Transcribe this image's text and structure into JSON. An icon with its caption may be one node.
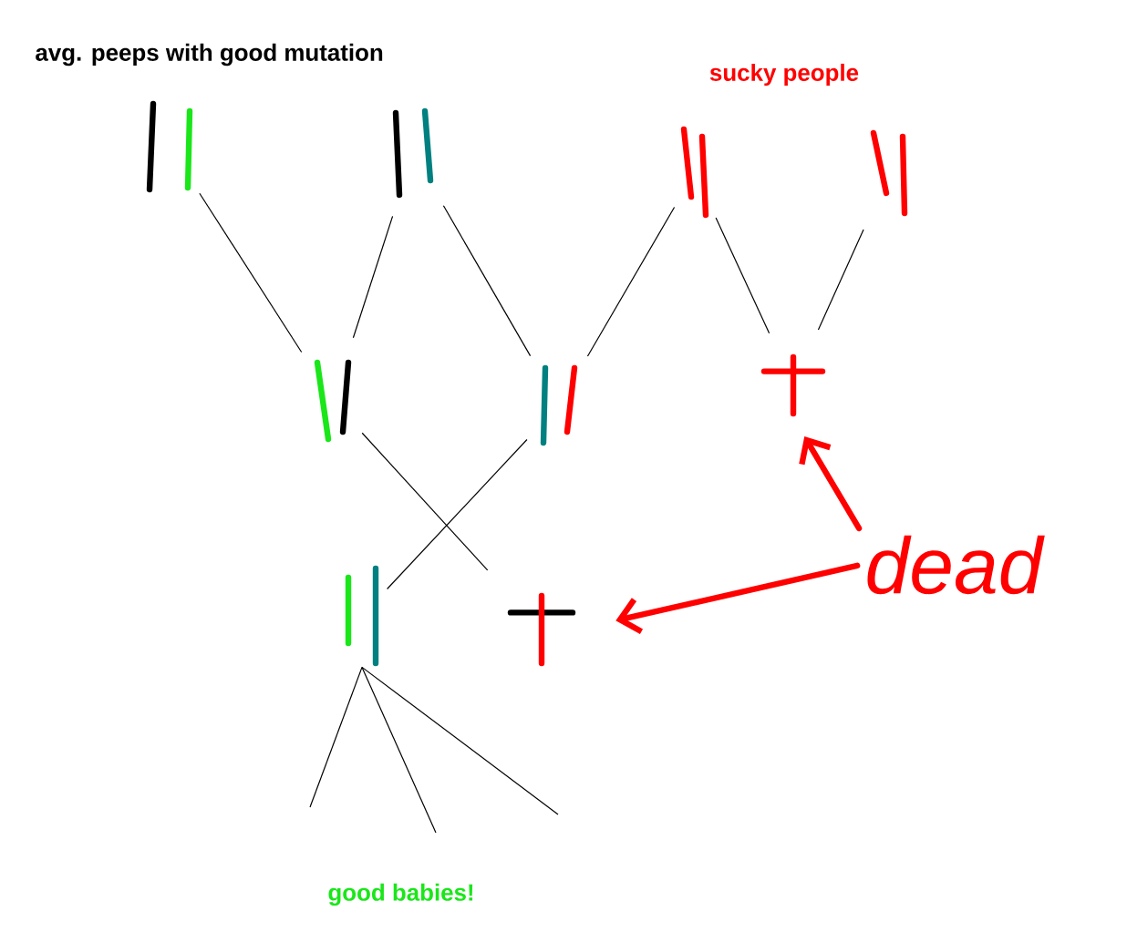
{
  "diagram": {
    "nodes": [
      {
        "text": [],
        "shape": "bar"
      },
      {
        "text": [],
        "shape": "bar"
      },
      {
        "text": [],
        "shape": "bar"
      },
      {
        "text": [],
        "shape": "bar"
      },
      {
        "text": [],
        "shape": "bar"
      },
      {
        "text": [],
        "shape": "bar"
      },
      {
        "text": [],
        "shape": "cross"
      },
      {
        "text": [],
        "shape": "bar"
      },
      {
        "text": [],
        "shape": "cross"
      },
      {
        "text": [
          "dead"
        ]
      }
    ],
    "edges": [
      {
        "from": 0,
        "to": 4,
        "arrow": "none"
      },
      {
        "from": 1,
        "to": 4,
        "arrow": "none"
      },
      {
        "from": 1,
        "to": 5,
        "arrow": "none"
      },
      {
        "from": 2,
        "to": 5,
        "arrow": "none"
      },
      {
        "from": 2,
        "to": 6,
        "arrow": "none"
      },
      {
        "from": 3,
        "to": 6,
        "arrow": "none"
      },
      {
        "from": 4,
        "to": 8,
        "arrow": "none"
      },
      {
        "from": 5,
        "to": 7,
        "arrow": "none"
      },
      {
        "from": 7,
        "to": null,
        "arrow": "none"
      },
      {
        "from": 7,
        "to": null,
        "arrow": "none"
      },
      {
        "from": 7,
        "to": null,
        "arrow": "none"
      },
      {
        "from": 9,
        "to": 8,
        "arrow": "to",
        "style": "thick",
        "color": "#ff0000"
      },
      {
        "from": 9,
        "to": 6,
        "arrow": "to",
        "style": "thick",
        "color": "#ff0000"
      }
    ],
    "labels": [
      "avg. peeps with good mutation",
      "sucky people",
      "good babies!"
    ]
  }
}
